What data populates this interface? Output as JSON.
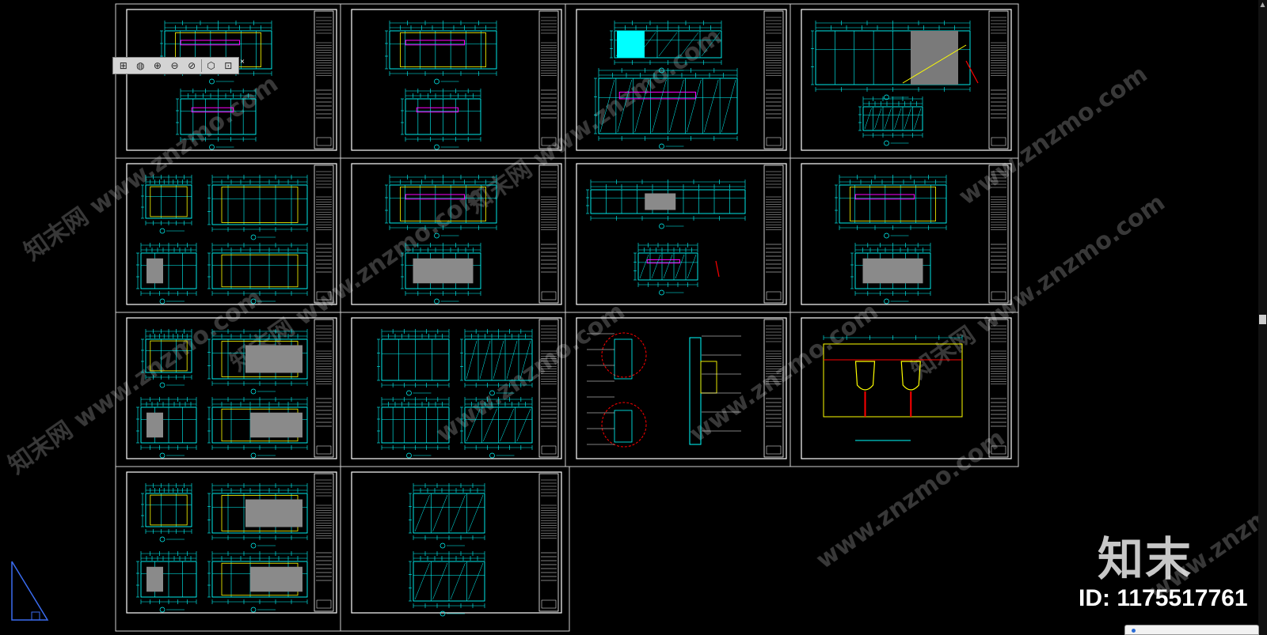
{
  "watermark": {
    "site_text": "www.znzmo.com",
    "brand_cn": "知末",
    "brand_cn_full": "知末网",
    "id_label": "ID: 1175517761"
  },
  "colors": {
    "background": "#000000",
    "sheet_border": "#ffffff",
    "line_cyan": "#00ffff",
    "line_yellow": "#ffff00",
    "line_magenta": "#ff00ff",
    "line_red": "#ff0000",
    "fill_grey": "#8a8a8a"
  },
  "toolbar": {
    "buttons": [
      {
        "icon": "zoom-window-icon",
        "glyph": "⊞"
      },
      {
        "icon": "orbit-icon",
        "glyph": "◍"
      },
      {
        "icon": "zoom-realtime-icon",
        "glyph": "⊕"
      },
      {
        "icon": "zoom-out-icon",
        "glyph": "⊖"
      },
      {
        "icon": "pan-icon",
        "glyph": "⊘"
      },
      {
        "icon": "view-cube-icon",
        "glyph": "⬡"
      },
      {
        "icon": "zoom-extents-icon",
        "glyph": "⊡"
      }
    ],
    "close_glyph": "×"
  },
  "sheets": [
    {
      "row": 0,
      "col": 0,
      "kind": "elevation-pair"
    },
    {
      "row": 0,
      "col": 1,
      "kind": "elevation-pair"
    },
    {
      "row": 0,
      "col": 2,
      "kind": "elevation-pair-cyan"
    },
    {
      "row": 0,
      "col": 3,
      "kind": "stair-elevation"
    },
    {
      "row": 1,
      "col": 0,
      "kind": "quad"
    },
    {
      "row": 1,
      "col": 1,
      "kind": "elevation-pair"
    },
    {
      "row": 1,
      "col": 2,
      "kind": "long-elevation"
    },
    {
      "row": 1,
      "col": 3,
      "kind": "elevation-pair"
    },
    {
      "row": 2,
      "col": 0,
      "kind": "quad"
    },
    {
      "row": 2,
      "col": 1,
      "kind": "quad-grid"
    },
    {
      "row": 2,
      "col": 2,
      "kind": "detail"
    },
    {
      "row": 2,
      "col": 3,
      "kind": "urinal"
    },
    {
      "row": 3,
      "col": 0,
      "kind": "quad"
    },
    {
      "row": 3,
      "col": 1,
      "kind": "stacked"
    }
  ]
}
